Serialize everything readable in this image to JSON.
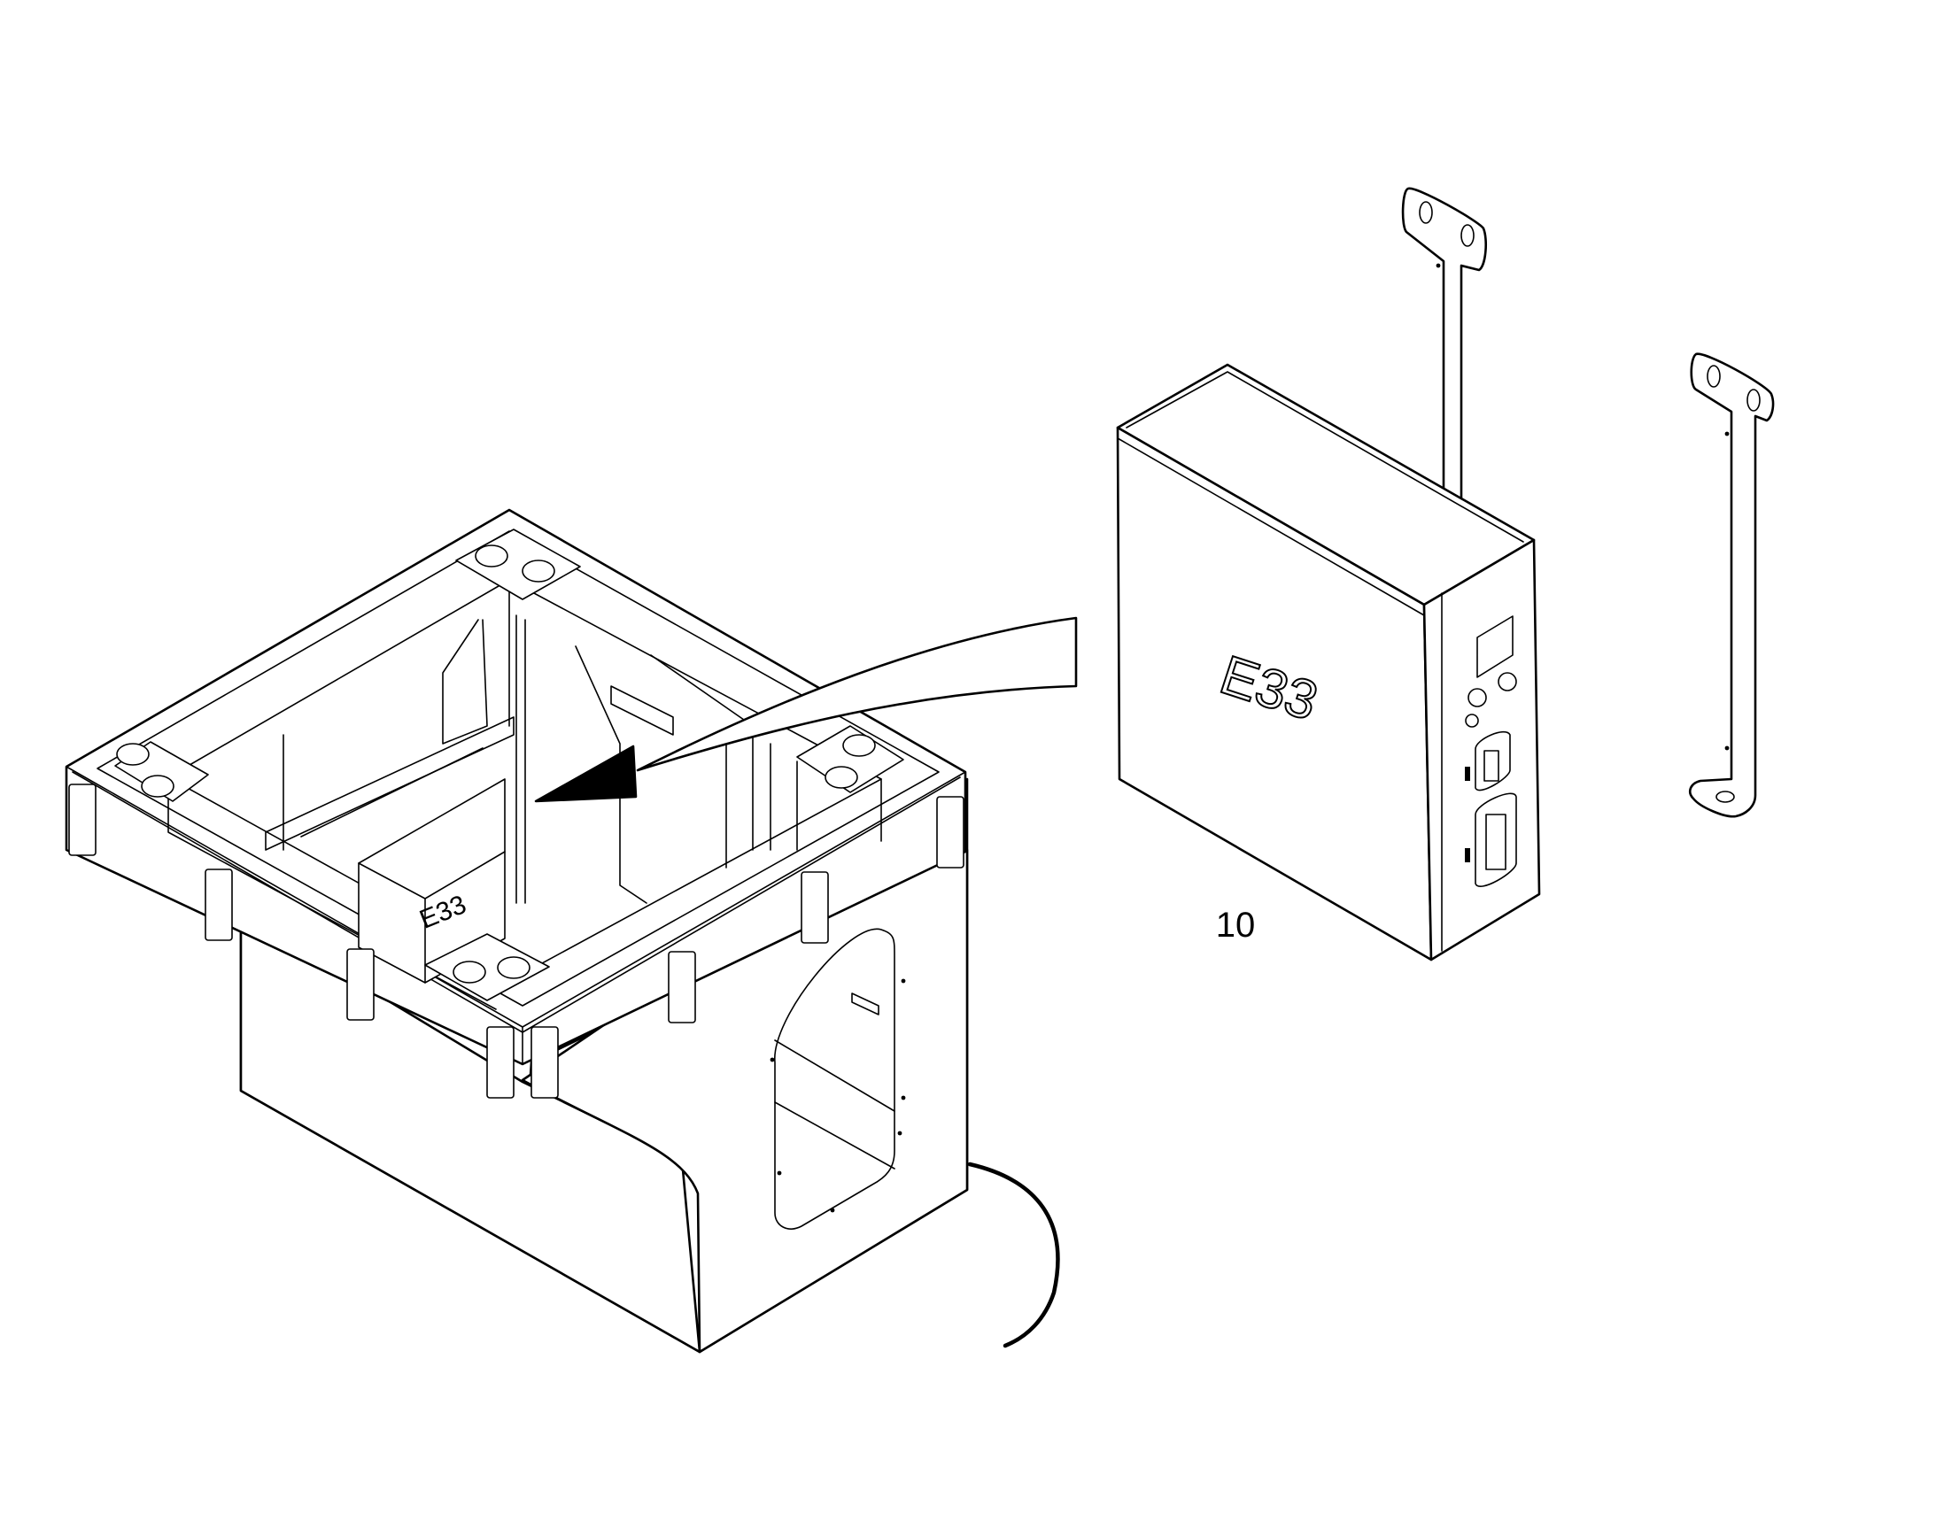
{
  "figure": {
    "item_number": "10",
    "box_label": "E33",
    "box_label_in_housing": "E33",
    "colors": {
      "line": "#000000",
      "background": "#ffffff"
    }
  }
}
